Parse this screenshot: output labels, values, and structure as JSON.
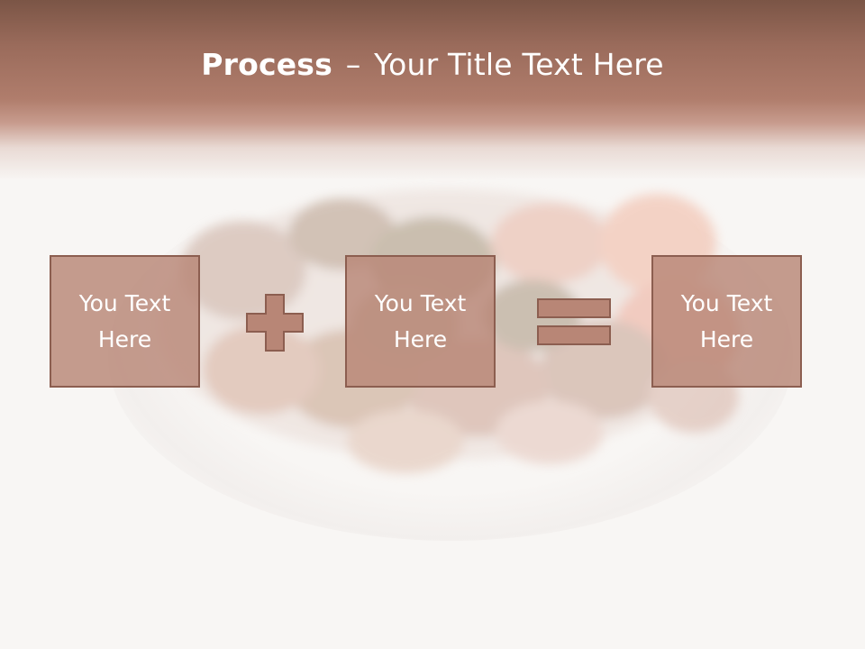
{
  "slide": {
    "title_bold": "Process",
    "title_dash": "–",
    "title_rest": "Your Title Text Here",
    "boxes": [
      {
        "line1": "You Text",
        "line2": "Here"
      },
      {
        "line1": "You Text",
        "line2": "Here"
      },
      {
        "line1": "You Text",
        "line2": "Here"
      }
    ],
    "operators": [
      "plus-icon",
      "equals-icon"
    ]
  },
  "colors": {
    "header_dark": "#7b5546",
    "header_mid": "#b07d6c",
    "box_fill": "#b88676",
    "box_border": "#8c5e50",
    "text": "#ffffff"
  }
}
